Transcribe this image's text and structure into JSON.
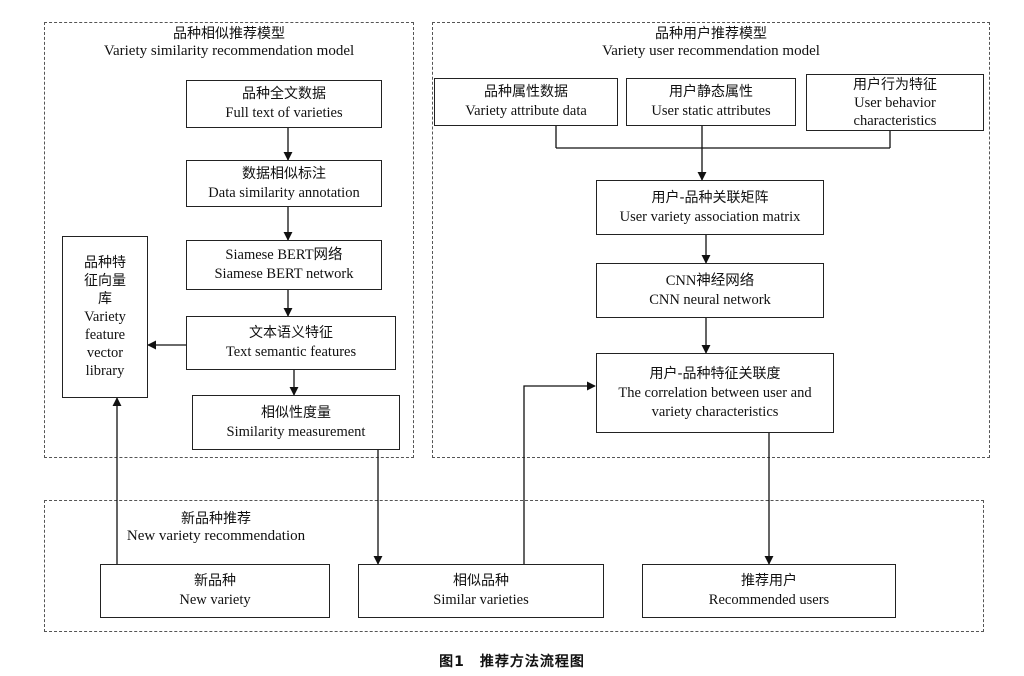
{
  "regions": {
    "similarity_model": {
      "title_cn": "品种相似推荐模型",
      "title_en": "Variety similarity recommendation model"
    },
    "user_model": {
      "title_cn": "品种用户推荐模型",
      "title_en": "Variety user recommendation model"
    },
    "new_variety": {
      "title_cn": "新品种推荐",
      "title_en": "New variety recommendation"
    }
  },
  "nodes": {
    "full_text": {
      "cn": "品种全文数据",
      "en": "Full text of varieties"
    },
    "annotation": {
      "cn": "数据相似标注",
      "en": "Data similarity annotation"
    },
    "siamese": {
      "cn": "Siamese BERT网络",
      "en": "Siamese BERT network"
    },
    "semantic": {
      "cn": "文本语义特征",
      "en": "Text semantic features"
    },
    "similarity": {
      "cn": "相似性度量",
      "en": "Similarity measurement"
    },
    "vector_library": {
      "cn1": "品种特",
      "cn2": "征向量",
      "cn3": "库",
      "en1": "Variety",
      "en2": "feature",
      "en3": "vector",
      "en4": "library"
    },
    "attr_data": {
      "cn": "品种属性数据",
      "en": "Variety attribute data"
    },
    "static_attr": {
      "cn": "用户静态属性",
      "en": "User static attributes"
    },
    "behavior": {
      "cn": "用户行为特征",
      "en1": "User behavior",
      "en2": "characteristics"
    },
    "matrix": {
      "cn": "用户-品种关联矩阵",
      "en": "User variety association matrix"
    },
    "cnn": {
      "cn": "CNN神经网络",
      "en": "CNN neural network"
    },
    "correlation": {
      "cn": "用户-品种特征关联度",
      "en1": "The correlation between user and",
      "en2": "variety characteristics"
    },
    "new_variety": {
      "cn": "新品种",
      "en": "New variety"
    },
    "similar": {
      "cn": "相似品种",
      "en": "Similar varieties"
    },
    "recommended": {
      "cn": "推荐用户",
      "en": "Recommended users"
    }
  },
  "caption": "图1　推荐方法流程图"
}
